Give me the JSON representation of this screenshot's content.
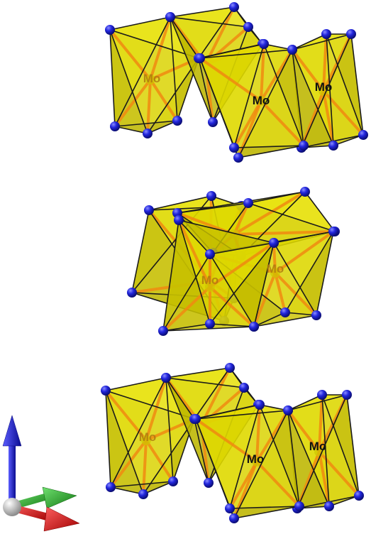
{
  "colors": {
    "polyhedron_face": "#e6e000",
    "polyhedron_face_dark": "#bdb600",
    "polyhedron_edge": "#1a1a1a",
    "ligand_atom": "#1f22d8",
    "center_atom": "#cfc600",
    "bond": "#f08a10",
    "axis_x": "#dd1111",
    "axis_y": "#22aa22",
    "axis_z": "#1122dd",
    "axis_origin": "#cccccc"
  },
  "labels": {
    "top_1": "Mo",
    "top_2": "Mo",
    "top_3": "Mo",
    "mid_1": "Mo",
    "mid_2": "Mo",
    "bot_1": "Mo",
    "bot_2": "Mo",
    "bot_3": "Mo"
  },
  "icons": {
    "axis_triad": "xyz-axis-icon"
  }
}
